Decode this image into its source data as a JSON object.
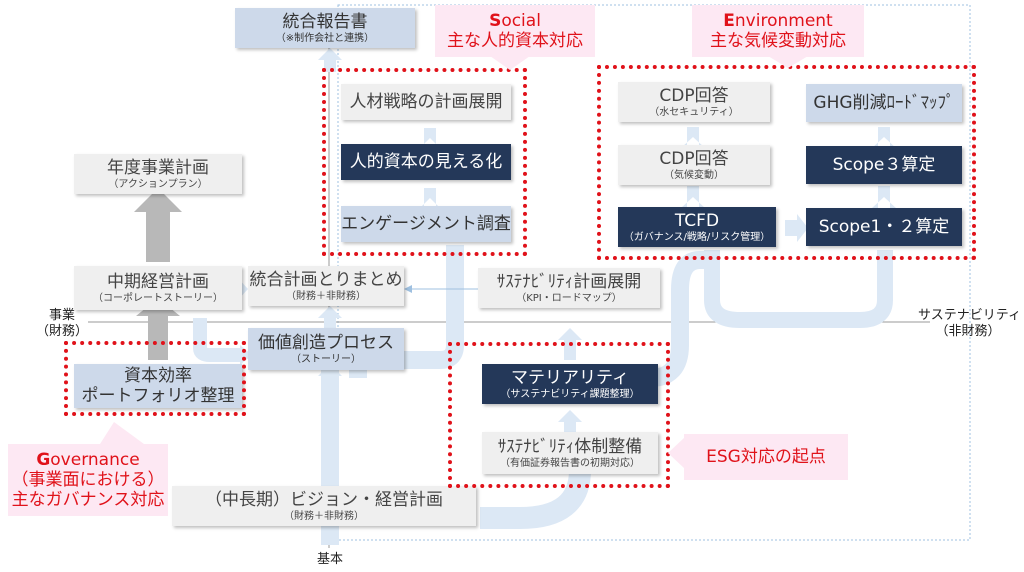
{
  "boxes": {
    "integrated_report": {
      "main": "統合報告書",
      "sub": "（※制作会社と連携）"
    },
    "annual_plan": {
      "main": "年度事業計画",
      "sub": "（アクションプラン）"
    },
    "mid_term_plan": {
      "main": "中期経営計画",
      "sub": "（コーポレートストーリー）"
    },
    "capital_efficiency": {
      "main1": "資本効率",
      "main2": "ポートフォリオ整理"
    },
    "integrated_plan": {
      "main": "統合計画とりまとめ",
      "sub": "（財務＋非財務）"
    },
    "value_creation": {
      "main": "価値創造プロセス",
      "sub": "（ストーリー）"
    },
    "vision": {
      "main": "（中長期）ビジョン・経営計画",
      "sub": "（財務＋非財務）"
    },
    "hr_strategy": {
      "main": "人材戦略の計画展開"
    },
    "human_capital": {
      "main": "人的資本の見える化"
    },
    "engagement": {
      "main": "エンゲージメント調査"
    },
    "sustainability_plan": {
      "main": "ｻｽﾃﾅﾋﾞﾘﾃｨ計画展開",
      "sub": "（KPI・ロードマップ）"
    },
    "materiality": {
      "main": "マテリアリティ",
      "sub": "（サステナビリティ課題整理）"
    },
    "sustainability_system": {
      "main": "ｻｽﾃﾅﾋﾞﾘﾃｨ体制整備",
      "sub": "（有価証券報告書の初期対応）"
    },
    "cdp_water": {
      "main": "CDP回答",
      "sub": "（水セキュリティ）"
    },
    "cdp_climate": {
      "main": "CDP回答",
      "sub": "（気候変動）"
    },
    "tcfd": {
      "main": "TCFD",
      "sub": "（ガバナンス/戦略/リスク管理）"
    },
    "ghg_roadmap": {
      "main": "GHG削減ﾛｰﾄﾞﾏｯﾌﾟ"
    },
    "scope3": {
      "main": "Scope３算定"
    },
    "scope12": {
      "main": "Scope1・２算定"
    }
  },
  "callouts": {
    "social": {
      "initial": "S",
      "rest": "ocial",
      "sub": "主な人的資本対応"
    },
    "environment": {
      "initial": "E",
      "rest": "nvironment",
      "sub": "主な気候変動対応"
    },
    "governance": {
      "initial": "G",
      "rest": "overnance",
      "line2": "（事業面における）",
      "line3": "主なガバナンス対応"
    },
    "esg_start": {
      "text": "ESG対応の起点"
    }
  },
  "axes": {
    "left": {
      "line1": "事業",
      "line2": "（財務）"
    },
    "right": {
      "line1": "サステナビリティ",
      "line2": "（非財務）"
    },
    "bottom": "基本"
  },
  "colors": {
    "navy": "#243859",
    "light_blue": "#cdd9ea",
    "grey": "#efefef",
    "red": "#e0121a",
    "pink": "#fde8f3",
    "arrow_blue": "#dce8f5",
    "arrow_grey": "#b8b8b8"
  }
}
